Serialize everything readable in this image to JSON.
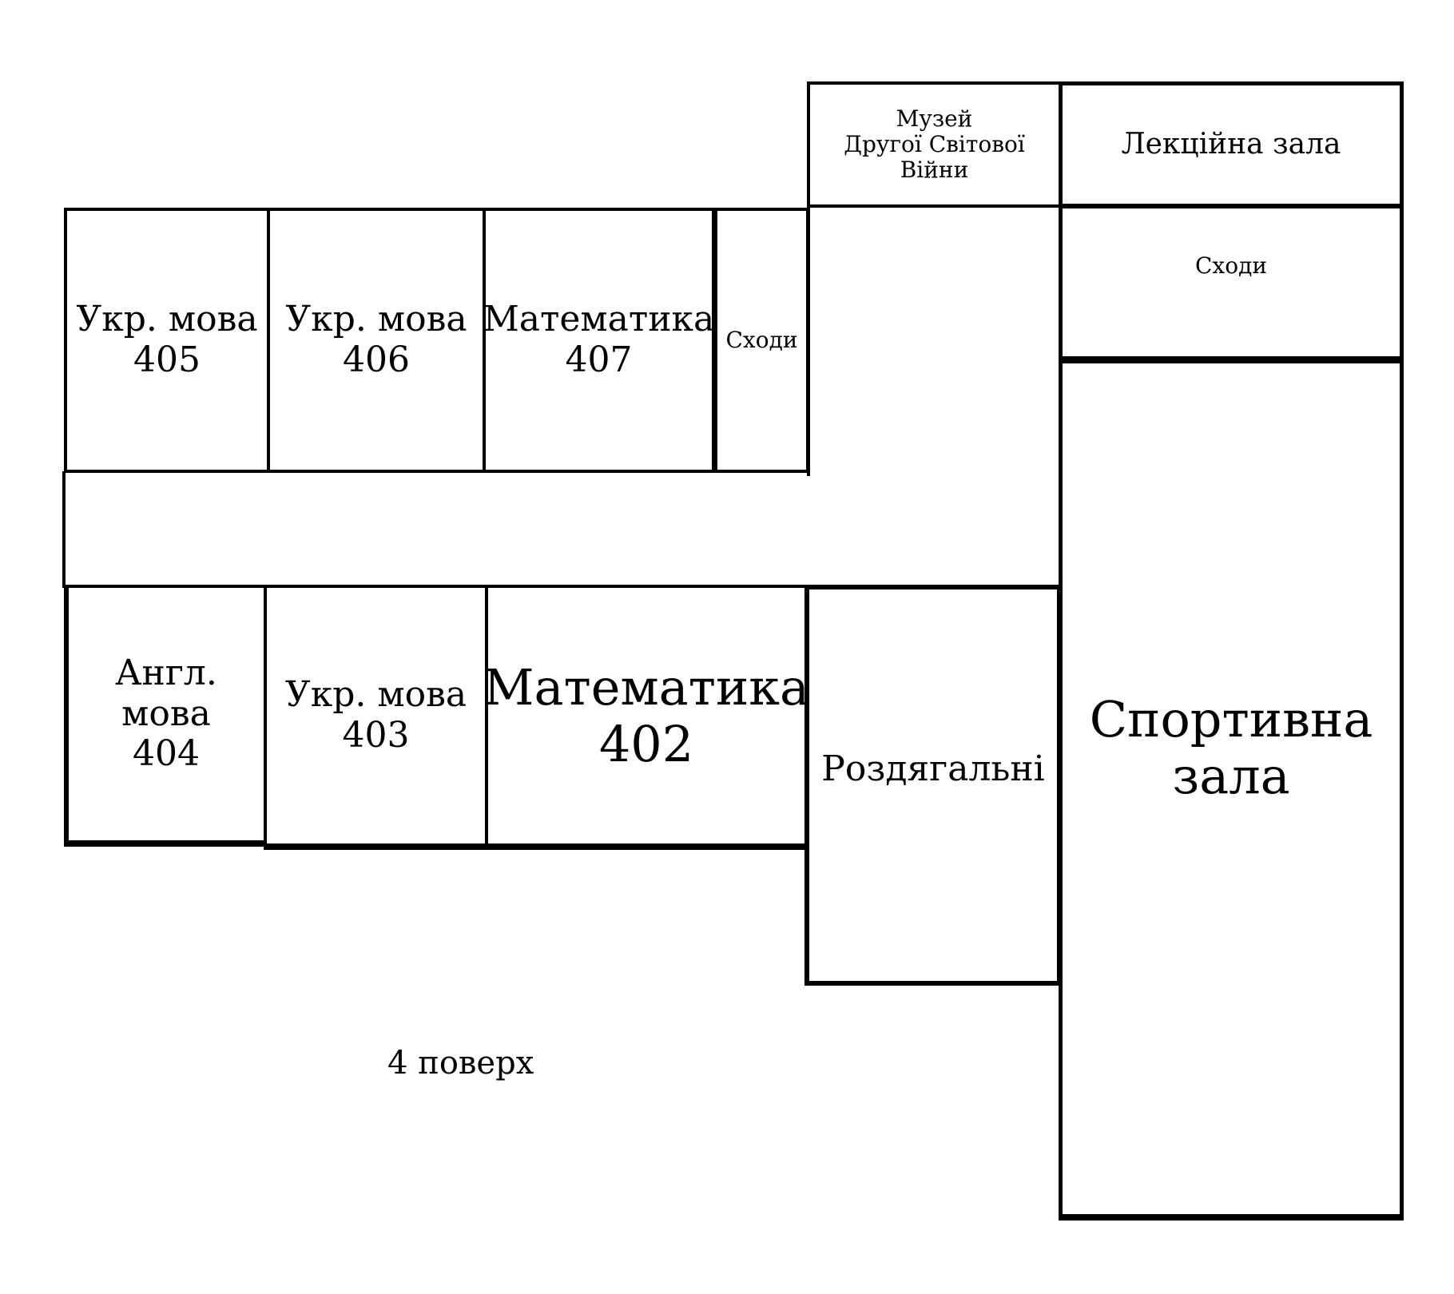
{
  "floor_label": "4 поверх",
  "rooms": {
    "r405": {
      "subject": "Укр. мова",
      "number": "405"
    },
    "r406": {
      "subject": "Укр. мова",
      "number": "406"
    },
    "r407": {
      "subject": "Математика",
      "number": "407"
    },
    "stairs_left": "Сходи",
    "r404": {
      "subject": "Англ. мова",
      "number": "404"
    },
    "r403": {
      "subject": "Укр. мова",
      "number": "403"
    },
    "r402": {
      "subject": "Математика",
      "number": "402"
    },
    "museum": {
      "line1": "Музей",
      "line2": "Другої Світової Війни"
    },
    "lecture_hall": "Лекційна зала",
    "stairs_right": "Сходи",
    "locker_rooms": "Роздягальні",
    "gym": {
      "line1": "Спортивна",
      "line2": "зала"
    }
  }
}
